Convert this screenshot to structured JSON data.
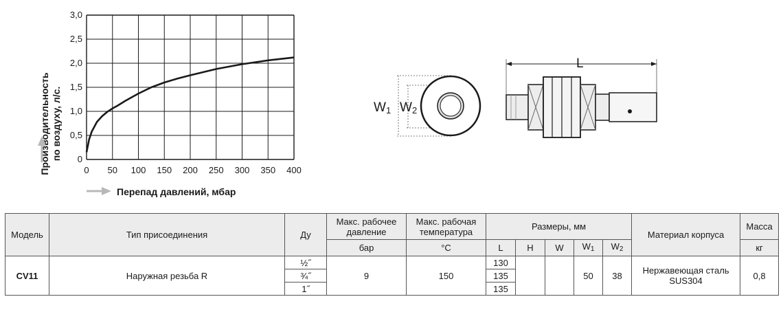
{
  "chart_data": {
    "type": "line",
    "xlabel": "Перепад давлений, мбар",
    "ylabel": [
      "Производительность",
      "по воздуху, л/с."
    ],
    "xlim": [
      0,
      400
    ],
    "ylim": [
      0,
      3.0
    ],
    "x_ticks": [
      "0",
      "50",
      "100",
      "150",
      "200",
      "250",
      "300",
      "350",
      "400"
    ],
    "y_ticks": [
      "0",
      "0,5",
      "1,0",
      "1,5",
      "2,0",
      "2,5",
      "3,0"
    ],
    "grid": true,
    "series": [
      {
        "x": [
          0,
          5,
          10,
          20,
          30,
          40,
          50,
          60,
          75,
          100,
          125,
          150,
          175,
          200,
          250,
          300,
          350,
          400
        ],
        "y": [
          0.15,
          0.42,
          0.58,
          0.78,
          0.9,
          0.99,
          1.06,
          1.12,
          1.22,
          1.37,
          1.5,
          1.6,
          1.68,
          1.75,
          1.88,
          1.98,
          2.06,
          2.12
        ]
      }
    ]
  },
  "drawing": {
    "label_w1": "W",
    "label_w1_sub": "1",
    "label_w2": "W",
    "label_w2_sub": "2",
    "label_l": "L"
  },
  "table": {
    "headers": {
      "model": "Модель",
      "connection": "Тип присоединения",
      "du": "Ду",
      "pressure": "Макс. рабочее давление",
      "pressure_unit": "бар",
      "temperature": "Макс. рабочая температура",
      "temperature_unit": "°C",
      "dimensions": "Размеры, мм",
      "dim_L": "L",
      "dim_H": "H",
      "dim_W": "W",
      "dim_W1": "W",
      "dim_W1_sub": "1",
      "dim_W2": "W",
      "dim_W2_sub": "2",
      "material": "Материал корпуса",
      "mass": "Масса",
      "mass_unit": "кг"
    },
    "row": {
      "model": "CV11",
      "connection": "Наружная резьба R",
      "du": [
        "½˝",
        "¾˝",
        "1˝"
      ],
      "pressure": "9",
      "temperature": "150",
      "L": [
        "130",
        "135",
        "135"
      ],
      "H": "",
      "W": "",
      "W1": "50",
      "W2": "38",
      "material": "Нержавеющая сталь SUS304",
      "mass": "0,8"
    }
  },
  "colors": {
    "axis_arrow": "#b8b8b8",
    "header_bg": "#ececec",
    "line": "#1a1a1a"
  }
}
